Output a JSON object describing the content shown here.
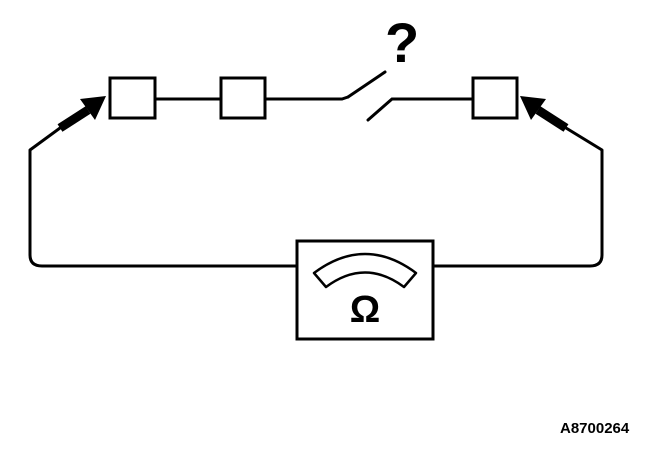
{
  "diagram": {
    "unknown_symbol": "?",
    "meter_unit_symbol": "Ω",
    "figure_code": "A8700264",
    "colors": {
      "line": "#000000",
      "background": "#ffffff"
    },
    "components": {
      "terminals": [
        "terminal-1",
        "terminal-2",
        "terminal-3"
      ],
      "switch": "open-switch",
      "meter": "ohmmeter",
      "probes": [
        "left-probe",
        "right-probe"
      ]
    }
  }
}
